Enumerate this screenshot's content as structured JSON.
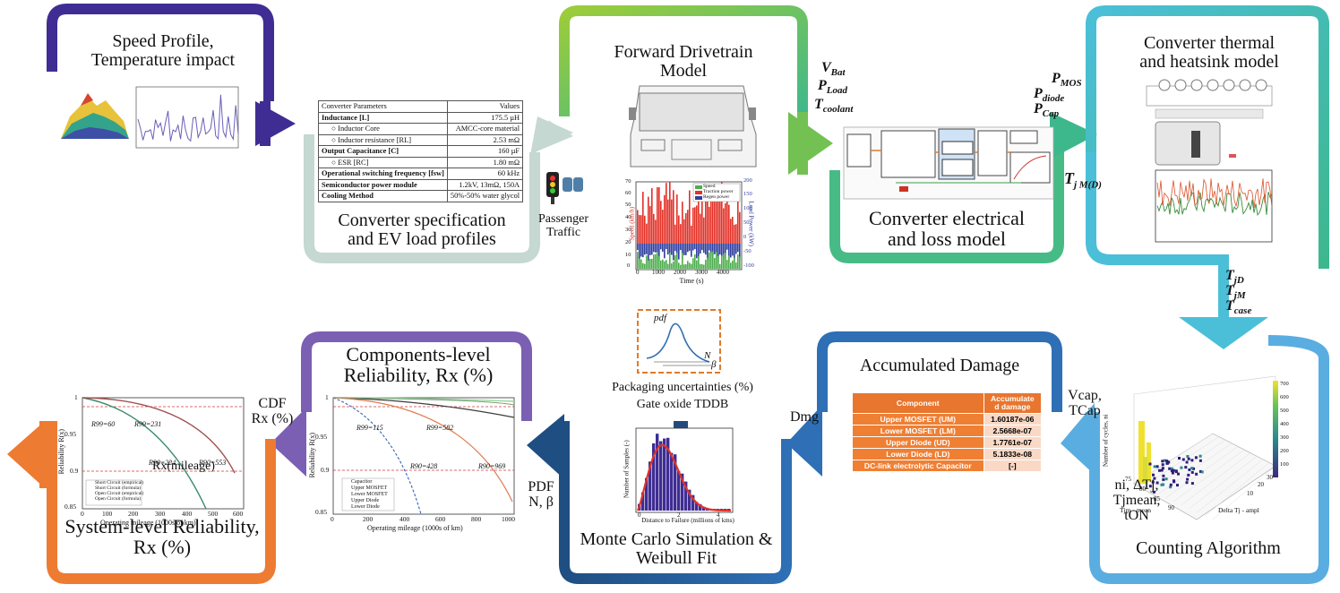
{
  "stages": {
    "speed_profile": "Speed Profile,\nTemperature impact",
    "converter_spec": "Converter specification\nand EV load profiles",
    "drivetrain": "Forward Drivetrain\nModel",
    "electrical_loss": "Converter electrical\nand loss model",
    "thermal": "Converter thermal\nand heatsink model",
    "counting": "Counting Algorithm",
    "damage": "Accumulated Damage",
    "monte_carlo": "Monte Carlo Simulation &\nWeibull Fit",
    "components_rel": "Components-level\nReliability, Rx (%)",
    "system_rel": "System-level Reliability,\nRx (%)"
  },
  "signals": {
    "passenger_traffic": "Passenger\nTraffic",
    "cdf": "CDF\nRx (%)",
    "dmg": "Dmg",
    "vcap": "Vcap,\nTCap",
    "counts": "ni, ΔTj,\nTjmean, tON",
    "pdf": "PDF\nN, β",
    "packaging": "Packaging uncertainties (%)",
    "gate_oxide": "Gate oxide TDDB",
    "rx_mileage": "Rx(mileage)"
  },
  "symbols": {
    "vbat_main": "V",
    "vbat_sub": "Bat",
    "pload_main": "P",
    "pload_sub": "Load",
    "tcool_main": "T",
    "tcool_sub": "coolant",
    "pmos_main": "P",
    "pmos_sub": "MOS",
    "pdiode_main": "P",
    "pdiode_sub": "diode",
    "pcap_main": "P",
    "pcap_sub": "Cap",
    "tj_main": "T",
    "tj_sub": "j M(D)",
    "tjd_main": "T",
    "tjd_sub": "jD",
    "tjm_main": "T",
    "tjm_sub": "jM",
    "tcase_main": "T",
    "tcase_sub": "case"
  },
  "param_table": {
    "header": [
      "Converter Parameters",
      "Values"
    ],
    "rows": [
      {
        "k": "Inductance [L]",
        "v": "175.5 µH"
      },
      {
        "k": "○  Inductor Core",
        "v": "AMCC-core material"
      },
      {
        "k": "○  Inductor resistance [RL]",
        "v": "2.53 mΩ"
      },
      {
        "k": "Output Capacitance [C]",
        "v": "160 µF"
      },
      {
        "k": "○  ESR [RC]",
        "v": "1.80 mΩ"
      },
      {
        "k": "Operational switching frequency [fsw]",
        "v": "60 kHz"
      },
      {
        "k": "Semiconductor power module",
        "v": "1.2kV, 13mΩ, 150A"
      },
      {
        "k": "Cooling Method",
        "v": "50%-50% water glycol"
      }
    ]
  },
  "damage_table": {
    "header": [
      "Component",
      "Accumulate\nd damage"
    ],
    "rows": [
      {
        "c": "Upper MOSFET (UM)",
        "v": "1.60187e-06"
      },
      {
        "c": "Lower MOSFET (LM)",
        "v": "2.5668e-07"
      },
      {
        "c": "Upper Diode (UD)",
        "v": "1.7761e-07"
      },
      {
        "c": "Lower Diode (LD)",
        "v": "5.1833e-08"
      },
      {
        "c": "DC-link electrolytic Capacitor",
        "v": "[-]"
      }
    ]
  },
  "drivetrain_chart": {
    "xlabel": "Time (s)",
    "ylabel_left": "Speed (km/h)",
    "ylabel_right": "Load Power (kW)",
    "xticks": [
      "0",
      "1000",
      "2000",
      "3000",
      "4000"
    ],
    "yticks_left": [
      "0",
      "10",
      "20",
      "30",
      "40",
      "50",
      "60",
      "70"
    ],
    "yticks_right": [
      "-100",
      "-50",
      "0",
      "50",
      "100",
      "150",
      "200"
    ],
    "legend": [
      "Speed",
      "Traction power",
      "Regen power"
    ],
    "colors": [
      "#4cae4c",
      "#e33127",
      "#2f3e9e"
    ]
  },
  "counting_chart": {
    "xlabel": "Tjm - mean",
    "ylabel": "Number of cycles, ni",
    "zlabel": "Delta Tj - ampl",
    "xticks": [
      "75",
      "80",
      "85",
      "90"
    ],
    "zticks": [
      "10",
      "20",
      "30"
    ],
    "cbar_ticks": [
      "100",
      "200",
      "300",
      "400",
      "500",
      "600",
      "700"
    ]
  },
  "weibull_chart": {
    "xlabel": "Distance to Failure (millions of kms)",
    "ylabel": "Number of Samples (-)",
    "xticks": [
      "0",
      "2",
      "4"
    ],
    "pdf_label": "pdf",
    "n_label": "N",
    "beta_label": "β"
  },
  "comp_rel_chart": {
    "xlabel": "Operating mileage (1000s of km)",
    "ylabel": "Reliability R(x)",
    "xticks": [
      "0",
      "200",
      "400",
      "600",
      "800",
      "1000"
    ],
    "yticks": [
      "0.85",
      "0.9",
      "0.95",
      "1"
    ],
    "legend": [
      "Capacitor",
      "Upper MOSFET",
      "Lower MOSFET",
      "Upper Diode",
      "Lower Diode"
    ],
    "annotations": [
      "R99=115",
      "R99=582",
      "R90=428",
      "R90=969"
    ]
  },
  "sys_rel_chart": {
    "xlabel": "Operating mileage (1000s of km)",
    "ylabel": "Reliability R(x)",
    "xticks": [
      "0",
      "100",
      "200",
      "300",
      "400",
      "500",
      "600"
    ],
    "yticks": [
      "0.85",
      "0.9",
      "0.95",
      "1"
    ],
    "legend": [
      "Short Circuit (empirical)",
      "Short Circuit (formula)",
      "Open Circuit (empirical)",
      "Open Circuit (formula)"
    ],
    "annotations": [
      "R99=60",
      "R99=231",
      "R90=224",
      "R90=553"
    ]
  },
  "colors": {
    "purple_dark": "#3f2d93",
    "grey_green": "#c5d8d2",
    "green": "#8cc63f",
    "teal": "#3db88d",
    "cyan": "#4bbfd8",
    "light_blue": "#5aade0",
    "blue": "#2e6fb5",
    "navy": "#1f4e82",
    "purple": "#7b5fb3",
    "orange": "#ee7b32"
  }
}
